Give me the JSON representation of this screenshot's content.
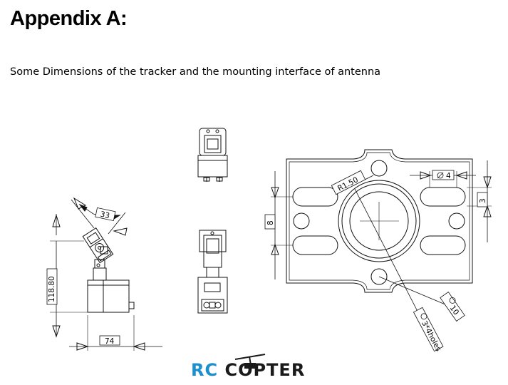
{
  "header": {
    "title": "Appendix A:",
    "subtitle": "Some Dimensions of the tracker and the mounting interface of antenna"
  },
  "dimensions": {
    "angle_dim": "33",
    "height_dim": "118.80",
    "width_dim": "74",
    "radius_dim": "R1.50",
    "slot_length_dim": "4",
    "slot_width_dim": "3",
    "slot_spacing_dim": "8",
    "hole_diameter_dim": "10",
    "holes_note": "3*4holes"
  },
  "logo": {
    "text_rc": "RC",
    "text_copter": "COPTER",
    "color_rc": "#1b8fd0",
    "color_copter": "#1a1a1a"
  }
}
